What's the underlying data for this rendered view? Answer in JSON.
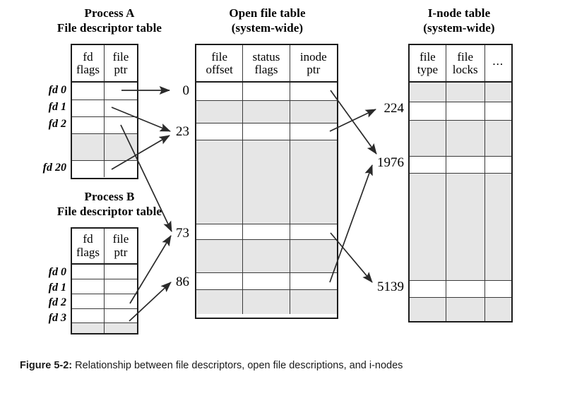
{
  "figure": {
    "caption_number": "Figure 5-2:",
    "caption_text": " Relationship between file descriptors, open file descriptions, and i-nodes"
  },
  "process_a": {
    "title_line1": "Process A",
    "title_line2": "File descriptor table",
    "headers": [
      {
        "line1": "fd",
        "line2": "flags"
      },
      {
        "line1": "file",
        "line2": "ptr"
      }
    ],
    "rows": [
      {
        "label": "fd 0",
        "shaded": false
      },
      {
        "label": "fd 1",
        "shaded": false
      },
      {
        "label": "fd 2",
        "shaded": false
      },
      {
        "label": "",
        "shaded": true
      },
      {
        "label": "fd 20",
        "shaded": false
      }
    ]
  },
  "process_b": {
    "title_line1": "Process B",
    "title_line2": "File descriptor table",
    "headers": [
      {
        "line1": "fd",
        "line2": "flags"
      },
      {
        "line1": "file",
        "line2": "ptr"
      }
    ],
    "rows": [
      {
        "label": "fd 0",
        "shaded": false
      },
      {
        "label": "fd 1",
        "shaded": false
      },
      {
        "label": "fd 2",
        "shaded": false
      },
      {
        "label": "fd 3",
        "shaded": false
      },
      {
        "label": "",
        "shaded": true
      }
    ]
  },
  "open_file_table": {
    "title_line1": "Open file table",
    "title_line2": "(system-wide)",
    "headers": [
      {
        "line1": "file",
        "line2": "offset"
      },
      {
        "line1": "status",
        "line2": "flags"
      },
      {
        "line1": "inode",
        "line2": "ptr"
      }
    ],
    "rows": [
      {
        "label": "0",
        "shaded": false
      },
      {
        "label": "",
        "shaded": true
      },
      {
        "label": "23",
        "shaded": false
      },
      {
        "label": "",
        "shaded": true
      },
      {
        "label": "73",
        "shaded": false
      },
      {
        "label": "",
        "shaded": true
      },
      {
        "label": "86",
        "shaded": false
      },
      {
        "label": "",
        "shaded": true
      }
    ]
  },
  "inode_table": {
    "title_line1": "I-node table",
    "title_line2": "(system-wide)",
    "headers": [
      {
        "line1": "file",
        "line2": "type"
      },
      {
        "line1": "file",
        "line2": "locks"
      },
      {
        "line1": "",
        "line2": "..."
      }
    ],
    "rows": [
      {
        "label": "",
        "shaded": true
      },
      {
        "label": "224",
        "shaded": false
      },
      {
        "label": "",
        "shaded": true
      },
      {
        "label": "1976",
        "shaded": false
      },
      {
        "label": "",
        "shaded": true
      },
      {
        "label": "5139",
        "shaded": false
      },
      {
        "label": "",
        "shaded": true
      }
    ]
  },
  "connections": [
    {
      "from": "process-a-fd-0",
      "to": "open-file-row-0"
    },
    {
      "from": "process-a-fd-1",
      "to": "open-file-row-23"
    },
    {
      "from": "process-a-fd-2",
      "to": "open-file-row-73"
    },
    {
      "from": "process-a-fd-20",
      "to": "open-file-row-23"
    },
    {
      "from": "process-b-fd-2",
      "to": "open-file-row-73"
    },
    {
      "from": "process-b-fd-3",
      "to": "open-file-row-86"
    },
    {
      "from": "open-file-row-0",
      "to": "inode-row-1976"
    },
    {
      "from": "open-file-row-23",
      "to": "inode-row-224"
    },
    {
      "from": "open-file-row-73",
      "to": "inode-row-5139"
    },
    {
      "from": "open-file-row-86",
      "to": "inode-row-1976"
    }
  ],
  "colors": {
    "shaded_row": "#e6e6e6",
    "border": "#1c1c1c",
    "line": "#2a2a2a",
    "background": "#ffffff"
  }
}
